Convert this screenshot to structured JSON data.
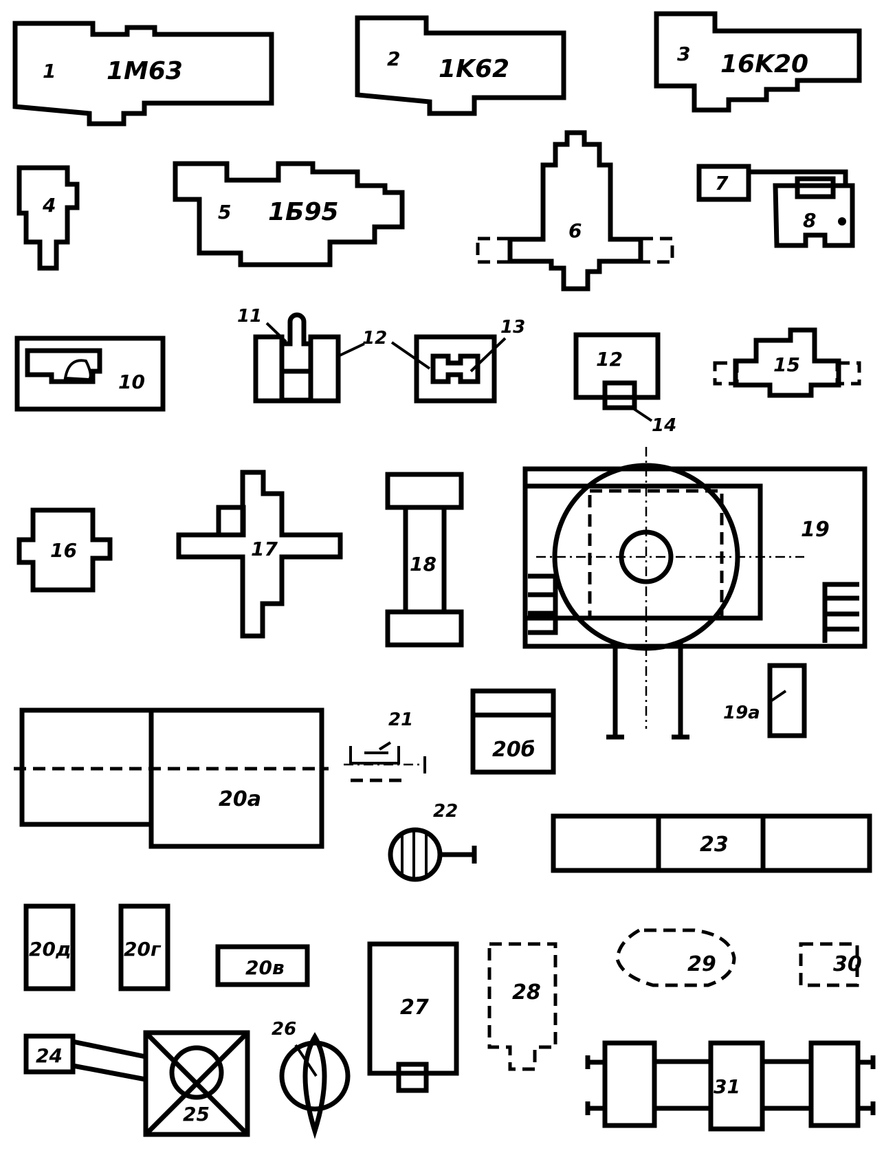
{
  "labels": {
    "n1": "1",
    "m1": "1M63",
    "n2": "2",
    "m2": "1K62",
    "n3": "3",
    "m3": "16K20",
    "n4": "4",
    "n5": "5",
    "m5": "1Б95",
    "n6": "6",
    "n7": "7",
    "n8": "8",
    "n10": "10",
    "n11": "11",
    "n12a": "12",
    "n13": "13",
    "n12b": "12",
    "n14": "14",
    "n15": "15",
    "n16": "16",
    "n17": "17",
    "n18": "18",
    "n19": "19",
    "n19a": "19а",
    "n20a": "20а",
    "n20b": "20б",
    "n21": "21",
    "n22": "22",
    "n23": "23",
    "n20d": "20д",
    "n20g": "20г",
    "n20v": "20в",
    "n27": "27",
    "n28": "28",
    "n29": "29",
    "n30": "30",
    "n24": "24",
    "n25": "25",
    "n26": "26",
    "n31": "31"
  }
}
